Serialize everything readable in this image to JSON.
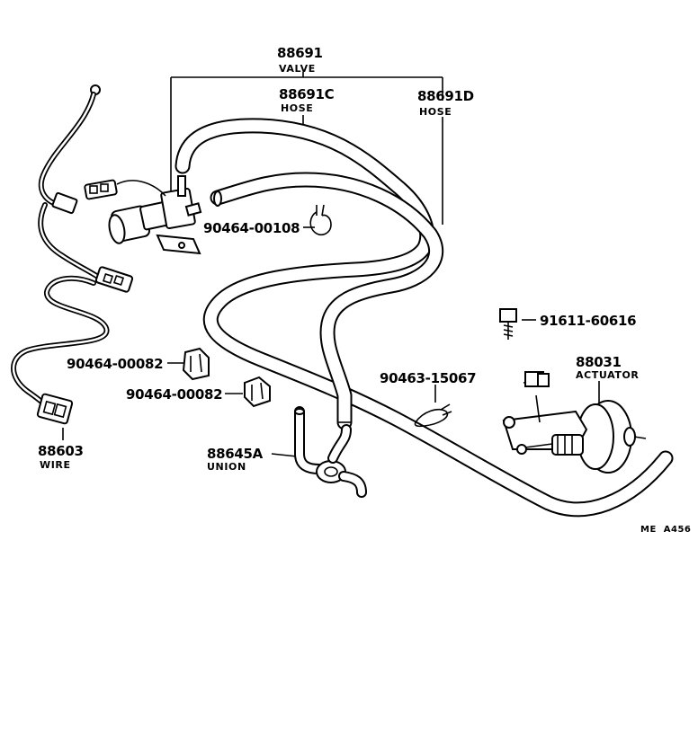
{
  "labels": {
    "valve": {
      "number": "88691",
      "name": "VALVE"
    },
    "hose_c": {
      "number": "88691C",
      "name": "HOSE"
    },
    "hose_d": {
      "number": "88691D",
      "name": "HOSE"
    },
    "clip_00108": {
      "number": "90464-00108"
    },
    "bolt": {
      "number": "91611-60616"
    },
    "actuator": {
      "number": "88031",
      "name": "ACTUATOR"
    },
    "clamp_a": {
      "number": "90464-00082"
    },
    "clamp_b": {
      "number": "90464-00082"
    },
    "band": {
      "number": "90463-15067"
    },
    "union": {
      "number": "88645A",
      "name": "UNION"
    },
    "wire": {
      "number": "88603",
      "name": "WIRE"
    }
  },
  "diagram_code": "ME  A456"
}
